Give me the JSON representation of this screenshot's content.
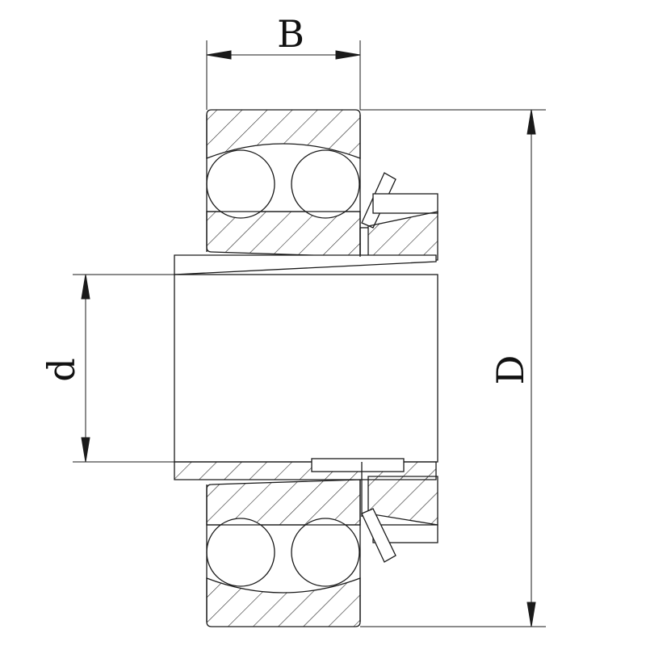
{
  "labels": {
    "width": "B",
    "bore": "d",
    "outer": "D"
  },
  "colors": {
    "line": "#1a1a1a",
    "hatch": "#2a2a2a",
    "background": "#ffffff"
  }
}
